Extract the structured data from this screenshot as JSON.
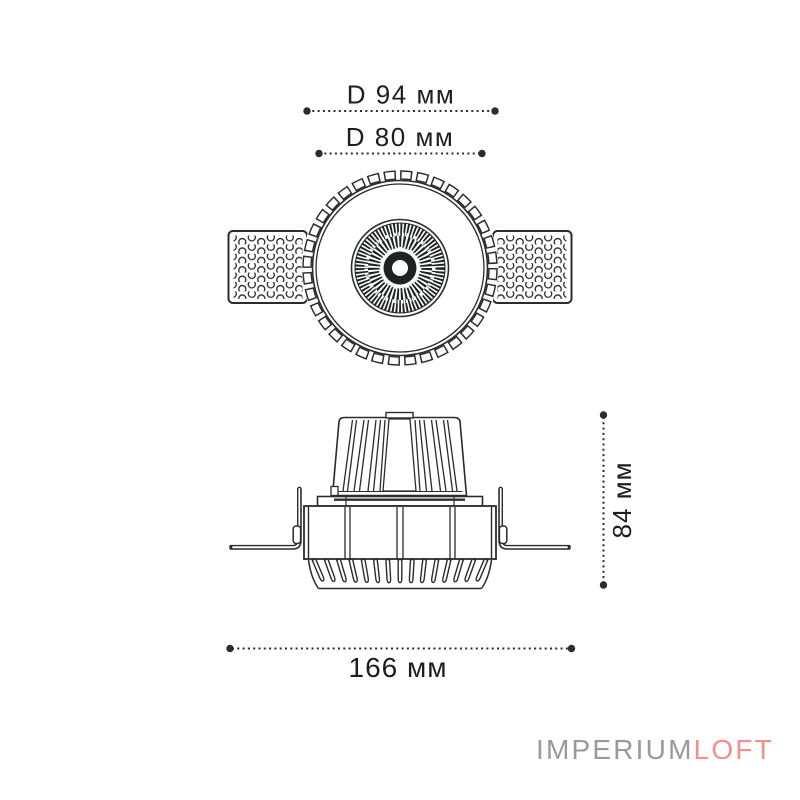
{
  "dimensions": {
    "outer_diameter": {
      "label": "D 94 мм"
    },
    "cutout_diameter": {
      "label": "D 80 мм"
    },
    "height": {
      "label": "84 мм"
    },
    "width": {
      "label": "166 мм"
    }
  },
  "logo": {
    "text_primary": "IMPERIUM",
    "text_accent": "LOFT",
    "primary_color": "#9a9a9e",
    "accent_color": "#ef8f8e"
  },
  "drawing": {
    "background": "#ffffff",
    "stroke_color": "#2c2c2c",
    "dimension_text_color": "#1e1e1e"
  }
}
